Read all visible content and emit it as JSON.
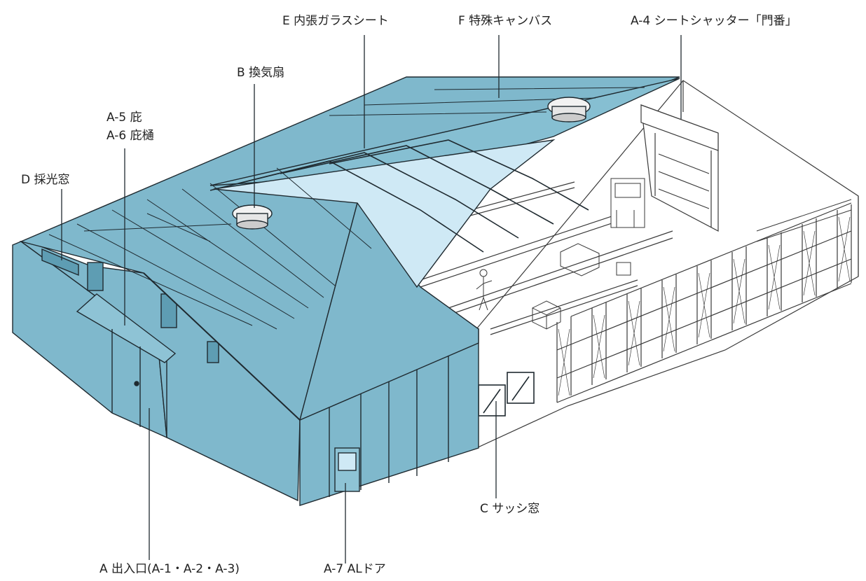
{
  "labels": {
    "entrance": "A 出入口(A-1・A-2・A-3)",
    "al_door": "A-7 ALドア",
    "sash_window": "C サッシ窓",
    "canopy": "A-5 庇",
    "canopy_gutter": "A-6 庇樋",
    "skylight": "D 採光窓",
    "ventilator": "B 換気扇",
    "inner_glass_sheet": "E 内張ガラスシート",
    "special_canvas": "F 特殊キャンバス",
    "sheet_shutter": "A-4 シートシャッター「門番」"
  },
  "colors": {
    "membrane": "#7fb8cc",
    "membrane_dark": "#5e9db3",
    "glass_sheet": "#cfe9f5",
    "line": "#1f2a30",
    "interior_line": "#3a3a3a",
    "background": "#ffffff"
  }
}
